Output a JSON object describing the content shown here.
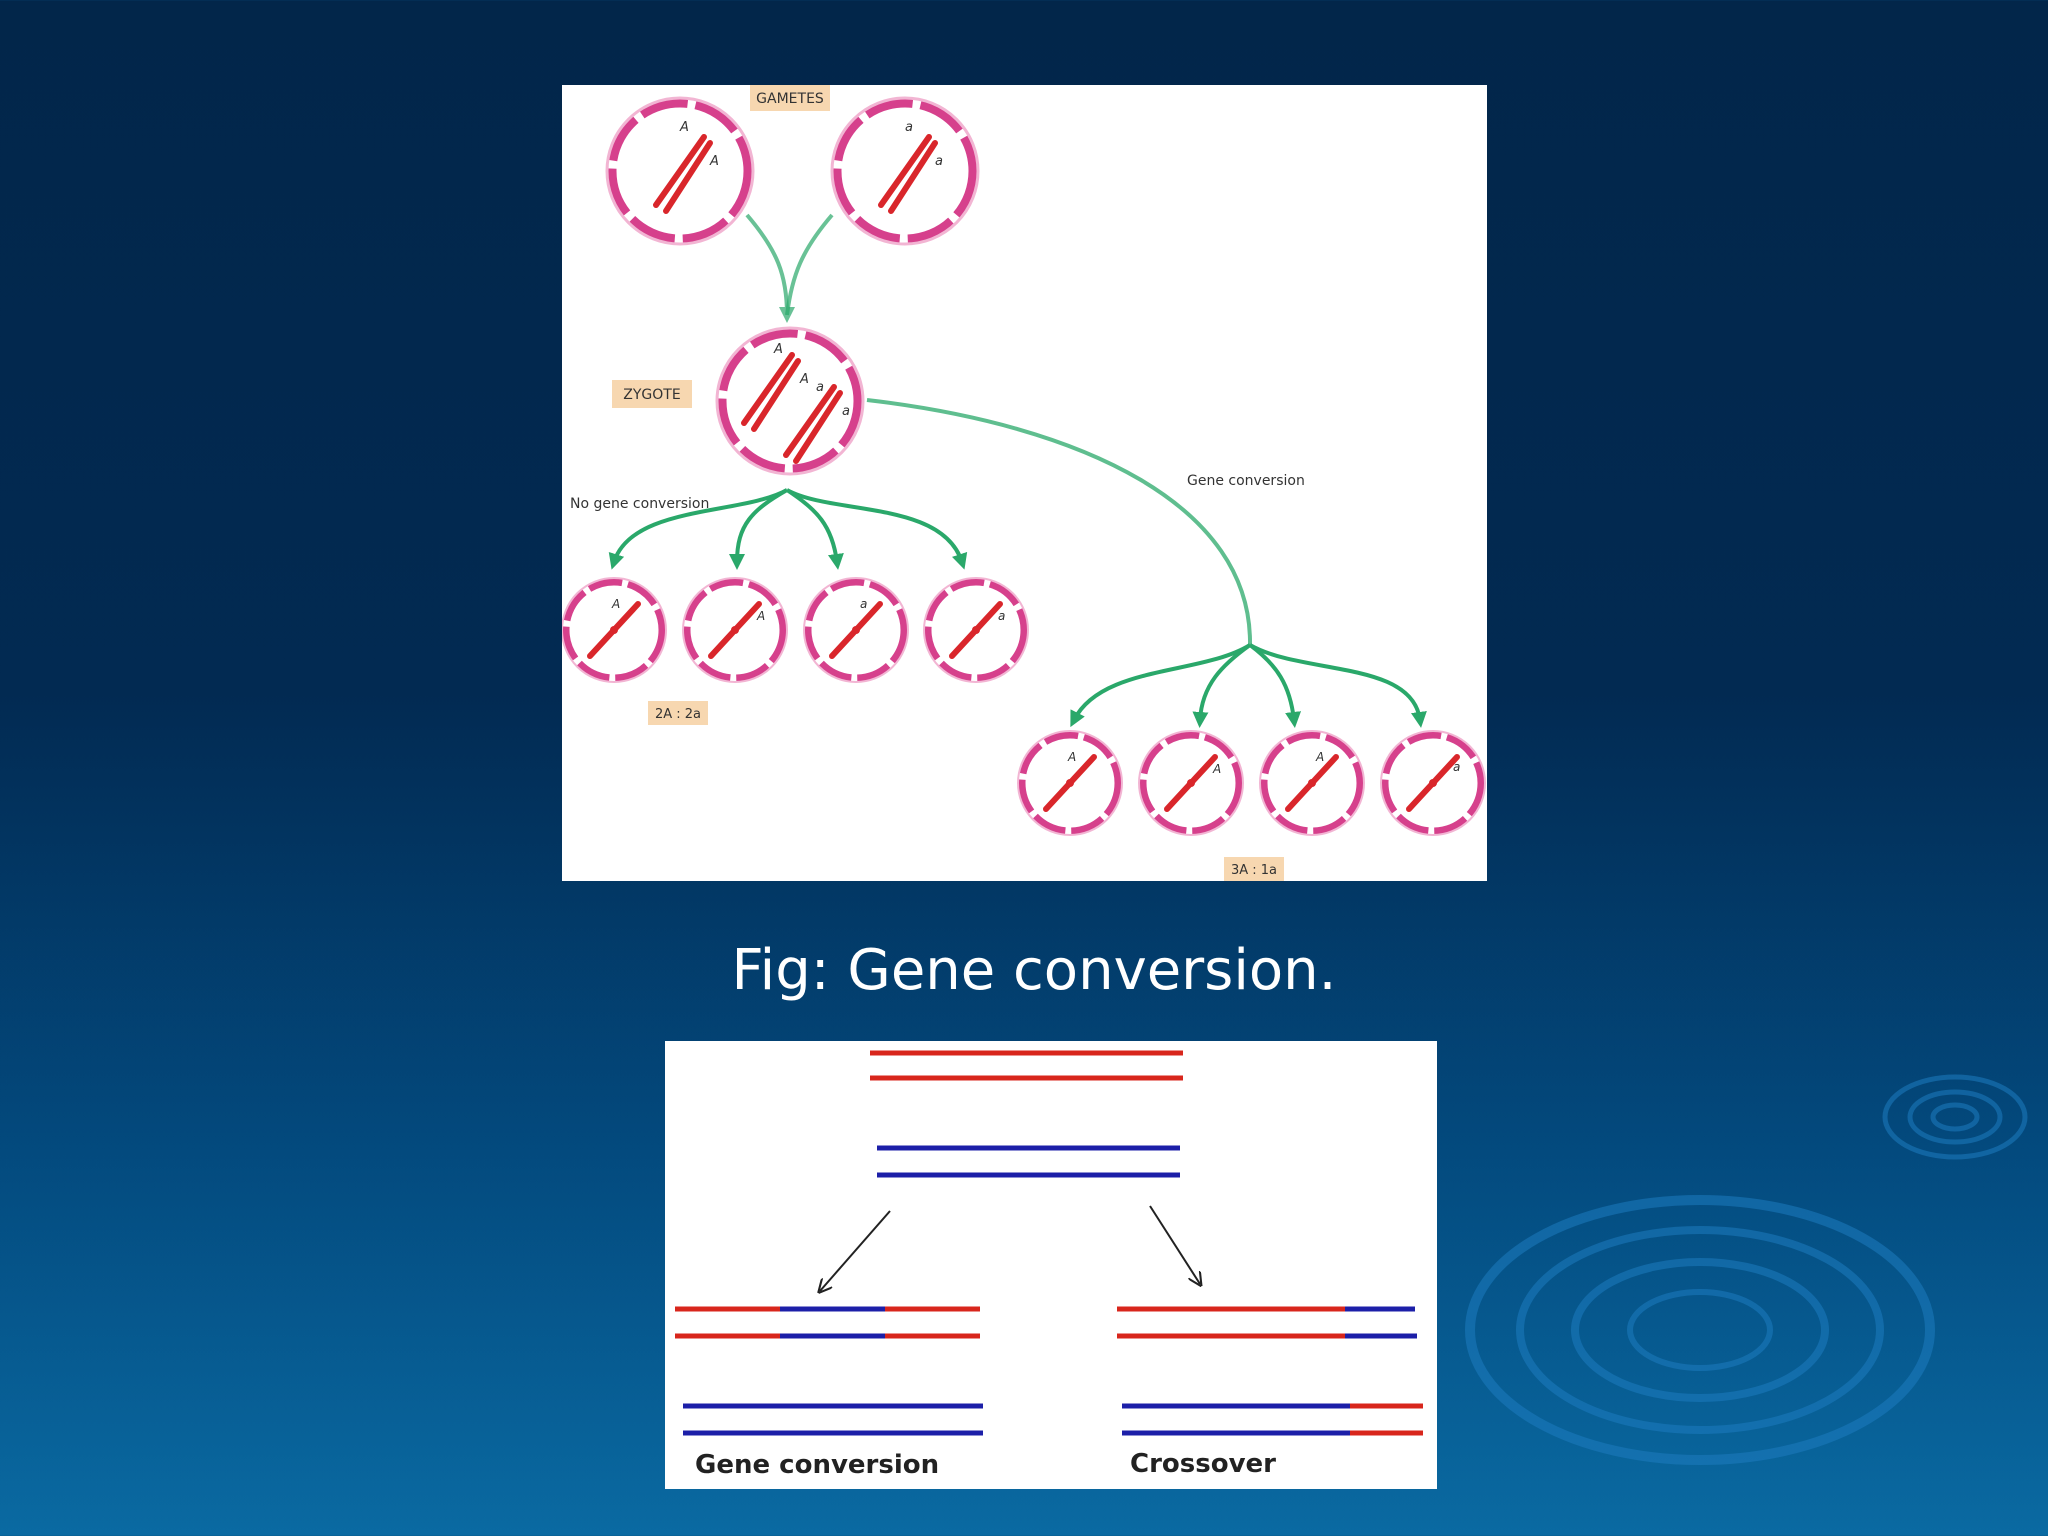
{
  "caption": "Fig: Gene conversion.",
  "top_figure": {
    "gametes_label": "GAMETES",
    "zygote_label": "ZYGOTE",
    "no_conversion_label": "No gene conversion",
    "conversion_label": "Gene conversion",
    "ratio_no_conversion": "2A : 2a",
    "ratio_conversion": "3A : 1a",
    "gamete_alleles": [
      [
        "A",
        "A"
      ],
      [
        "a",
        "a"
      ]
    ],
    "zygote_alleles": [
      "A",
      "A",
      "a",
      "a"
    ],
    "products_no_conversion": [
      "A",
      "A",
      "a",
      "a"
    ],
    "products_conversion": [
      "A",
      "A",
      "A",
      "a"
    ]
  },
  "bottom_figure": {
    "gene_conversion_label": "Gene conversion",
    "crossover_label": "Crossover"
  },
  "colors": {
    "chromosome": "#d9262b",
    "cell_membrane": "#d6408c",
    "arrow": "#2aa86a",
    "label_box": "#f7d7b0",
    "strand_red": "#d8261c",
    "strand_blue": "#1c1fa8"
  }
}
